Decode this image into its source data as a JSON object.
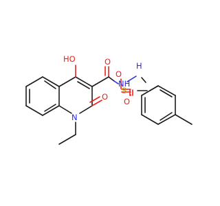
{
  "colors": {
    "carbon_bond": "#1a1a1a",
    "oxygen": "#e8231e",
    "nitrogen": "#2a2adf",
    "sulfur": "#b8a000",
    "background": "#ffffff"
  },
  "atoms": {
    "hydroxyl": "HO",
    "carbonyl_o_amide": "O",
    "hydrazide_nh": "NH",
    "sulfonamide_nh": "N",
    "sulfonamide_h": "H",
    "sulfur": "S",
    "sulfonyl_o_top": "O",
    "sulfonyl_o_bottom": "O",
    "ring_n": "N",
    "lactam_o": "O"
  }
}
